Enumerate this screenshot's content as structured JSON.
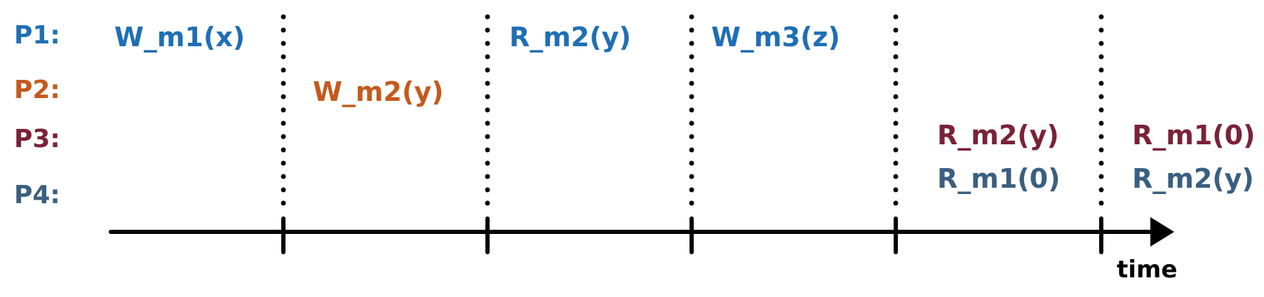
{
  "processes": [
    {
      "id": "p1",
      "label": "P1:",
      "color": "#1f6fb5"
    },
    {
      "id": "p2",
      "label": "P2:",
      "color": "#c45a1c"
    },
    {
      "id": "p3",
      "label": "P3:",
      "color": "#7a2238"
    },
    {
      "id": "p4",
      "label": "P4:",
      "color": "#3a5f80"
    }
  ],
  "operations": [
    {
      "id": "p1-w-m1-x",
      "text": "W_m1(x)",
      "process": "p1"
    },
    {
      "id": "p2-w-m2-y",
      "text": "W_m2(y)",
      "process": "p2"
    },
    {
      "id": "p1-r-m2-y",
      "text": "R_m2(y)",
      "process": "p1"
    },
    {
      "id": "p1-w-m3-z",
      "text": "W_m3(z)",
      "process": "p1"
    },
    {
      "id": "p3-r-m2-y",
      "text": "R_m2(y)",
      "process": "p3"
    },
    {
      "id": "p4-r-m1-0",
      "text": "R_m1(0)",
      "process": "p4"
    },
    {
      "id": "p3-r-m1-0",
      "text": "R_m1(0)",
      "process": "p3"
    },
    {
      "id": "p4-r-m2-y",
      "text": "R_m2(y)",
      "process": "p4"
    }
  ],
  "axis": {
    "label": "time",
    "color": "#000000"
  }
}
